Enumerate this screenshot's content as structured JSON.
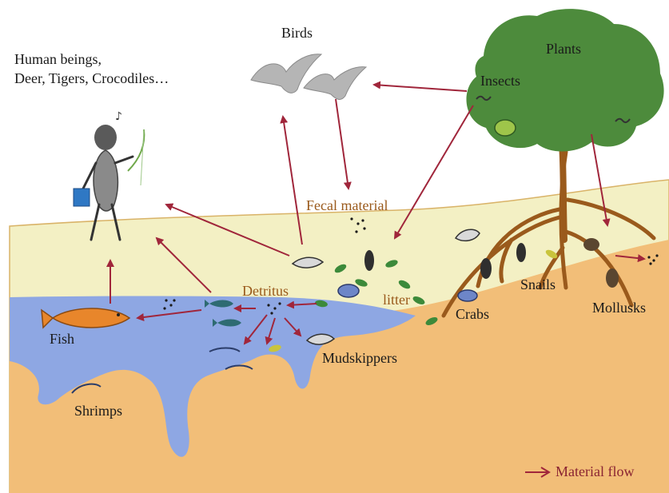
{
  "labels": {
    "human_line1": "Human beings,",
    "human_line2": "Deer, Tigers, Crocodiles…",
    "birds": "Birds",
    "plants": "Plants",
    "insects": "Insects",
    "fecal_material": "Fecal material",
    "detritus": "Detritus",
    "litter": "litter",
    "snails": "Snails",
    "crabs": "Crabs",
    "mollusks": "Mollusks",
    "fish": "Fish",
    "mudskippers": "Mudskippers",
    "shrimps": "Shrimps"
  },
  "legend": {
    "text": "Material flow"
  },
  "colors": {
    "arrow": "#a0263b",
    "sand": "#f2be78",
    "bank": "#f3f0c4",
    "water": "#8ea7e3",
    "foliage": "#4d8b3c",
    "trunk": "#9a5a1c",
    "bird": "#b5b5b5",
    "fish": "#e8862b"
  },
  "flows": [
    {
      "from": "Detritus",
      "to": "Fish"
    },
    {
      "from": "Detritus",
      "to": "Shrimps"
    },
    {
      "from": "Detritus",
      "to": "Mudskippers"
    },
    {
      "from": "Fish",
      "to": "Human beings"
    },
    {
      "from": "Detritus",
      "to": "Human beings"
    },
    {
      "from": "Mudskippers",
      "to": "Human beings"
    },
    {
      "from": "Mudskippers",
      "to": "Birds"
    },
    {
      "from": "Insects",
      "to": "Birds"
    },
    {
      "from": "Birds",
      "to": "Fecal material"
    },
    {
      "from": "Insects",
      "to": "litter"
    },
    {
      "from": "Plants",
      "to": "Mollusks"
    }
  ]
}
